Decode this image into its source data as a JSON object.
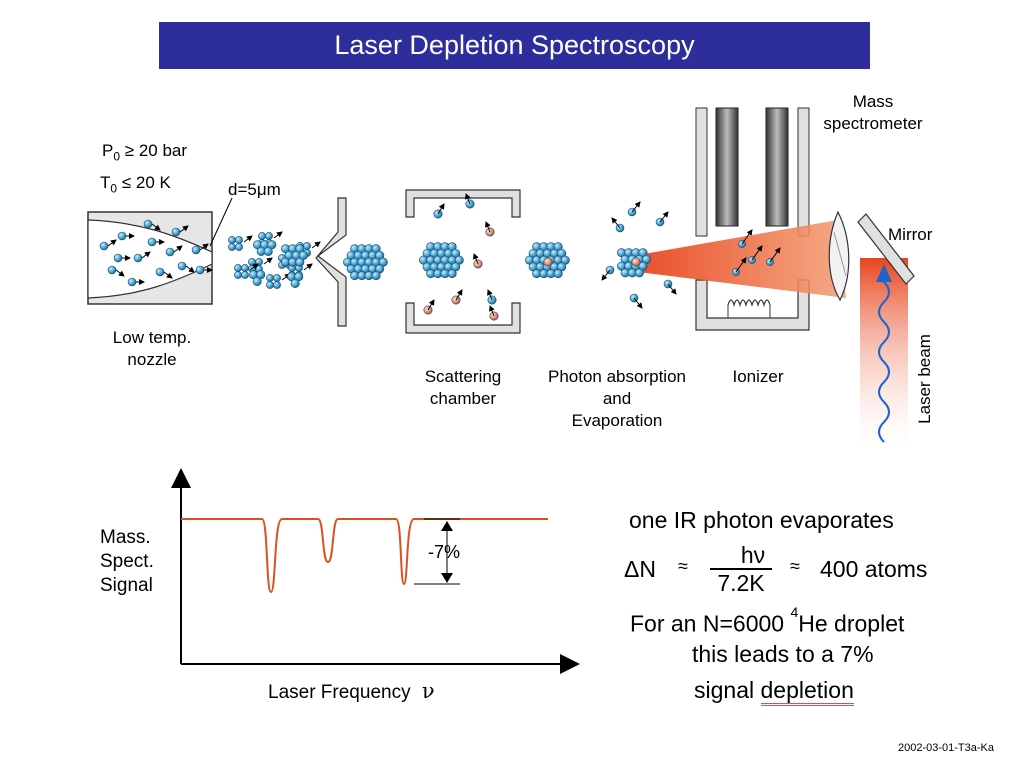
{
  "title": "Laser Depletion Spectroscopy",
  "conditions": {
    "pressure": "P",
    "pressure_sub": "0",
    "pressure_rel": "≥ 20 bar",
    "temp": "T",
    "temp_sub": "0",
    "temp_rel": "≤  20 K"
  },
  "diameter": "d=5μm",
  "labels": {
    "mass_spec_1": "Mass",
    "mass_spec_2": "spectrometer",
    "mirror": "Mirror",
    "laser_beam": "Laser beam",
    "nozzle_1": "Low temp.",
    "nozzle_2": "nozzle",
    "scatter_1": "Scattering",
    "scatter_2": "chamber",
    "photon_1": "Photon absorption",
    "photon_2": "and",
    "photon_3": "Evaporation",
    "ionizer": "Ionizer"
  },
  "plot": {
    "ylabel_1": "Mass.",
    "ylabel_2": "Spect.",
    "ylabel_3": "Signal",
    "xlabel": "Laser Frequency",
    "xsymbol": "ν",
    "depth_label": "-7%"
  },
  "right_text": {
    "line1": "one IR photon evaporates",
    "delta": "ΔN",
    "approx1": "≈",
    "numerator": "hν",
    "denominator": "7.2K",
    "approx2": "≈",
    "result": "400 atoms",
    "line3_a": "For an N=6000",
    "line3_sup": "4",
    "line3_b": "He droplet",
    "line4": "this leads to a 7%",
    "line5_a": "signal",
    "line5_b": "depletion"
  },
  "footer": "2002-03-01-T3a-Ka",
  "colors": {
    "title_bg": "#2d2d9b",
    "beam": "#e8451e",
    "trace": "#d9531e",
    "atom": "#4aa8d8",
    "accent": "#e8a07a"
  }
}
